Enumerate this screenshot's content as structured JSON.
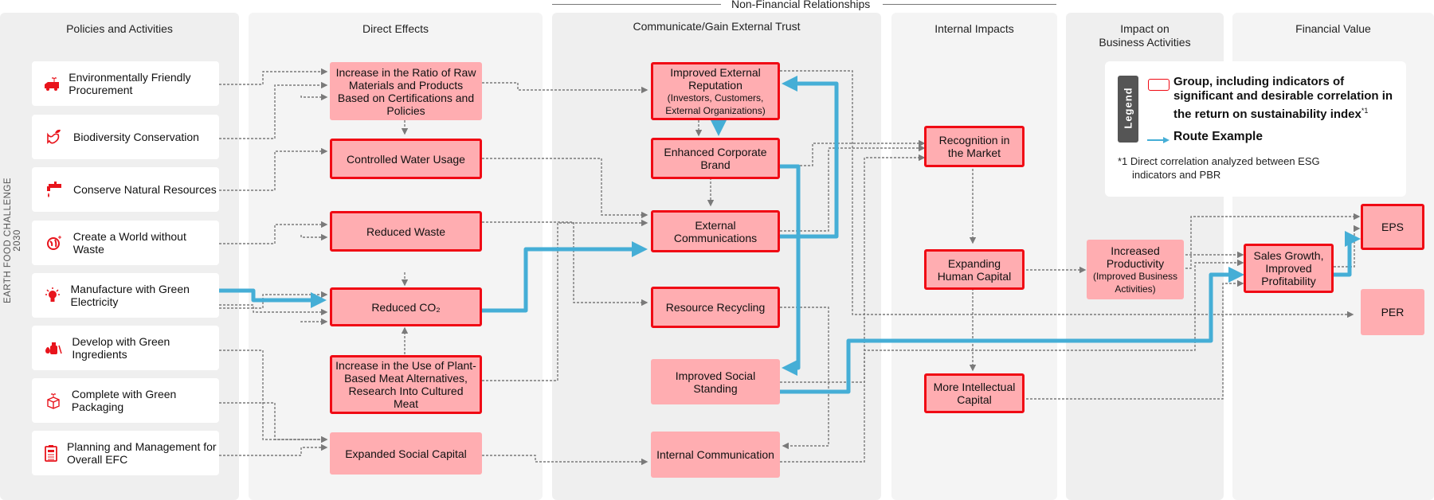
{
  "header": {
    "group_label": "Non-Financial Relationships",
    "side_label": "EARTH FOOD CHALLENGE 2030"
  },
  "columns": [
    {
      "title": "Policies and Activities"
    },
    {
      "title": "Direct Effects"
    },
    {
      "title": "Communicate/Gain External Trust"
    },
    {
      "title": "Internal Impacts"
    },
    {
      "title": "Impact on Business Activities"
    },
    {
      "title": "Financial Value"
    }
  ],
  "policies": [
    {
      "label": "Environmentally Friendly Procurement",
      "icon": "truck-plant-icon"
    },
    {
      "label": "Biodiversity Conservation",
      "icon": "dove-leaf-icon"
    },
    {
      "label": "Conserve Natural Resources",
      "icon": "faucet-drop-icon"
    },
    {
      "label": "Create a World without Waste",
      "icon": "globe-sparkle-icon"
    },
    {
      "label": "Manufacture with Green Electricity",
      "icon": "lightbulb-icon"
    },
    {
      "label": "Develop with Green Ingredients",
      "icon": "oil-bottle-icon"
    },
    {
      "label": "Complete with Green Packaging",
      "icon": "box-sprout-icon"
    },
    {
      "label": "Planning and Management for Overall EFC",
      "icon": "clipboard-plan-icon"
    }
  ],
  "direct_effects": [
    {
      "label": "Increase in the Ratio of Raw Materials and Products Based on Certifications and Policies",
      "significant": false
    },
    {
      "label": "Controlled Water Usage",
      "significant": true
    },
    {
      "label": "Reduced Waste",
      "significant": true
    },
    {
      "label": "Reduced CO₂",
      "significant": true
    },
    {
      "label": "Increase in the Use of Plant-Based Meat Alternatives, Research Into Cultured Meat",
      "significant": true
    },
    {
      "label": "Expanded Social Capital",
      "significant": false
    }
  ],
  "external_trust": [
    {
      "label": "Improved External Reputation",
      "sub": "(Investors, Customers, External Organizations)",
      "significant": true
    },
    {
      "label": "Enhanced Corporate Brand",
      "significant": true
    },
    {
      "label": "External Communications",
      "significant": true
    },
    {
      "label": "Resource Recycling",
      "significant": true
    },
    {
      "label": "Improved Social Standing",
      "significant": false
    },
    {
      "label": "Internal Communication",
      "significant": false
    }
  ],
  "internal_impacts": [
    {
      "label": "Recognition in the Market",
      "significant": true
    },
    {
      "label": "Expanding Human Capital",
      "significant": true
    },
    {
      "label": "More Intellectual Capital",
      "significant": true
    }
  ],
  "business_impact": [
    {
      "label": "Increased Productivity",
      "sub": "(Improved Business Activities)",
      "significant": false
    }
  ],
  "financial_value": [
    {
      "label": "Sales Growth, Improved Profitability",
      "significant": true
    },
    {
      "label": "EPS",
      "significant": true
    },
    {
      "label": "PER",
      "significant": false
    }
  ],
  "legend": {
    "tag": "Legend",
    "group_text": "Group, including indicators of significant and desirable correlation in the return on sustainability index",
    "group_sup": "*1",
    "route_text": "Route Example",
    "note_line1": "*1 Direct correlation analyzed between ESG",
    "note_line2": "indicators and PBR"
  },
  "colors": {
    "node_fill": "#ffadb1",
    "significant_border": "#f00a14",
    "route": "#45aed6",
    "link": "#7a7a7a",
    "icon": "#e8141c"
  }
}
